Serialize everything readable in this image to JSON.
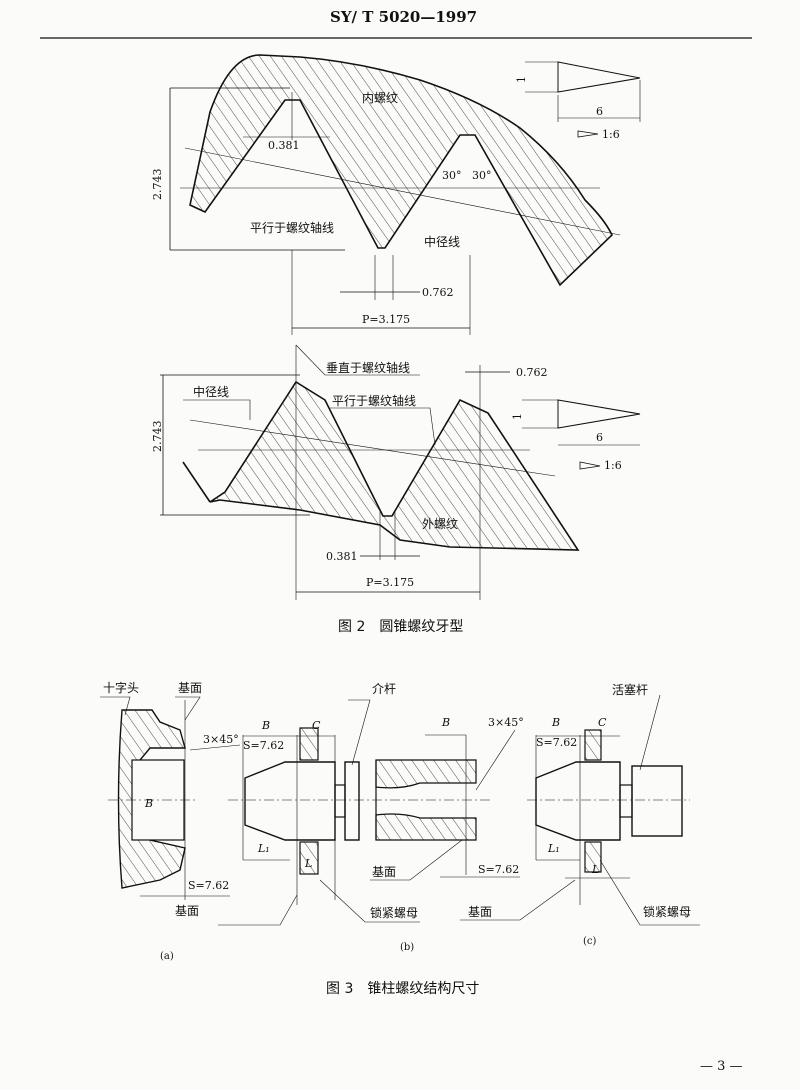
{
  "header": {
    "standard": "SY/ T 5020—1997"
  },
  "figure2": {
    "caption": "图 2　圆锥螺纹牙型",
    "internal": {
      "label_internal_thread": "内螺纹",
      "dim_height": "2.743",
      "dim_flat_crest": "0.381",
      "angle_left": "30°",
      "angle_right": "30°",
      "label_parallel_axis": "平行于螺纹轴线",
      "label_pitch_line": "中径线",
      "dim_flat_root": "0.762",
      "dim_pitch": "P=3.175",
      "taper_dim_1": "1",
      "taper_dim_6": "6",
      "taper_ratio": "1:6"
    },
    "external": {
      "label_perpendicular_axis": "垂直于螺纹轴线",
      "dim_flat_crest": "0.762",
      "label_pitch_line": "中径线",
      "label_parallel_axis": "平行于螺纹轴线",
      "dim_height": "2.743",
      "label_external_thread": "外螺纹",
      "dim_flat_root": "0.381",
      "dim_pitch": "P=3.175",
      "taper_dim_1": "1",
      "taper_dim_6": "6",
      "taper_ratio": "1:6"
    }
  },
  "figure3": {
    "caption": "图 3　锥柱螺纹结构尺寸",
    "a": {
      "label_crosshead": "十字头",
      "label_base_top": "基面",
      "chamfer": "3×45°",
      "dim_B": "B",
      "dim_S": "S=7.62",
      "label_base_bottom": "基面",
      "sub_label": "(a)"
    },
    "b": {
      "dim_B_left": "B",
      "dim_C": "C",
      "dim_S_left": "S=7.62",
      "label_pony_rod": "介杆",
      "dim_L1": "L₁",
      "dim_L": "L",
      "label_lock_nut": "锁紧螺母",
      "label_base": "基面",
      "chamfer": "3×45°",
      "dim_B_right": "B",
      "dim_S_right": "S=7.62",
      "sub_label": "(b)"
    },
    "c": {
      "label_piston_rod": "活塞杆",
      "dim_B": "B",
      "dim_C": "C",
      "dim_S": "S=7.62",
      "dim_L1": "L₁",
      "dim_L": "L",
      "label_base": "基面",
      "label_lock_nut": "锁紧螺母",
      "sub_label": "(c)"
    }
  },
  "footer": {
    "page_number": "— 3 —"
  }
}
